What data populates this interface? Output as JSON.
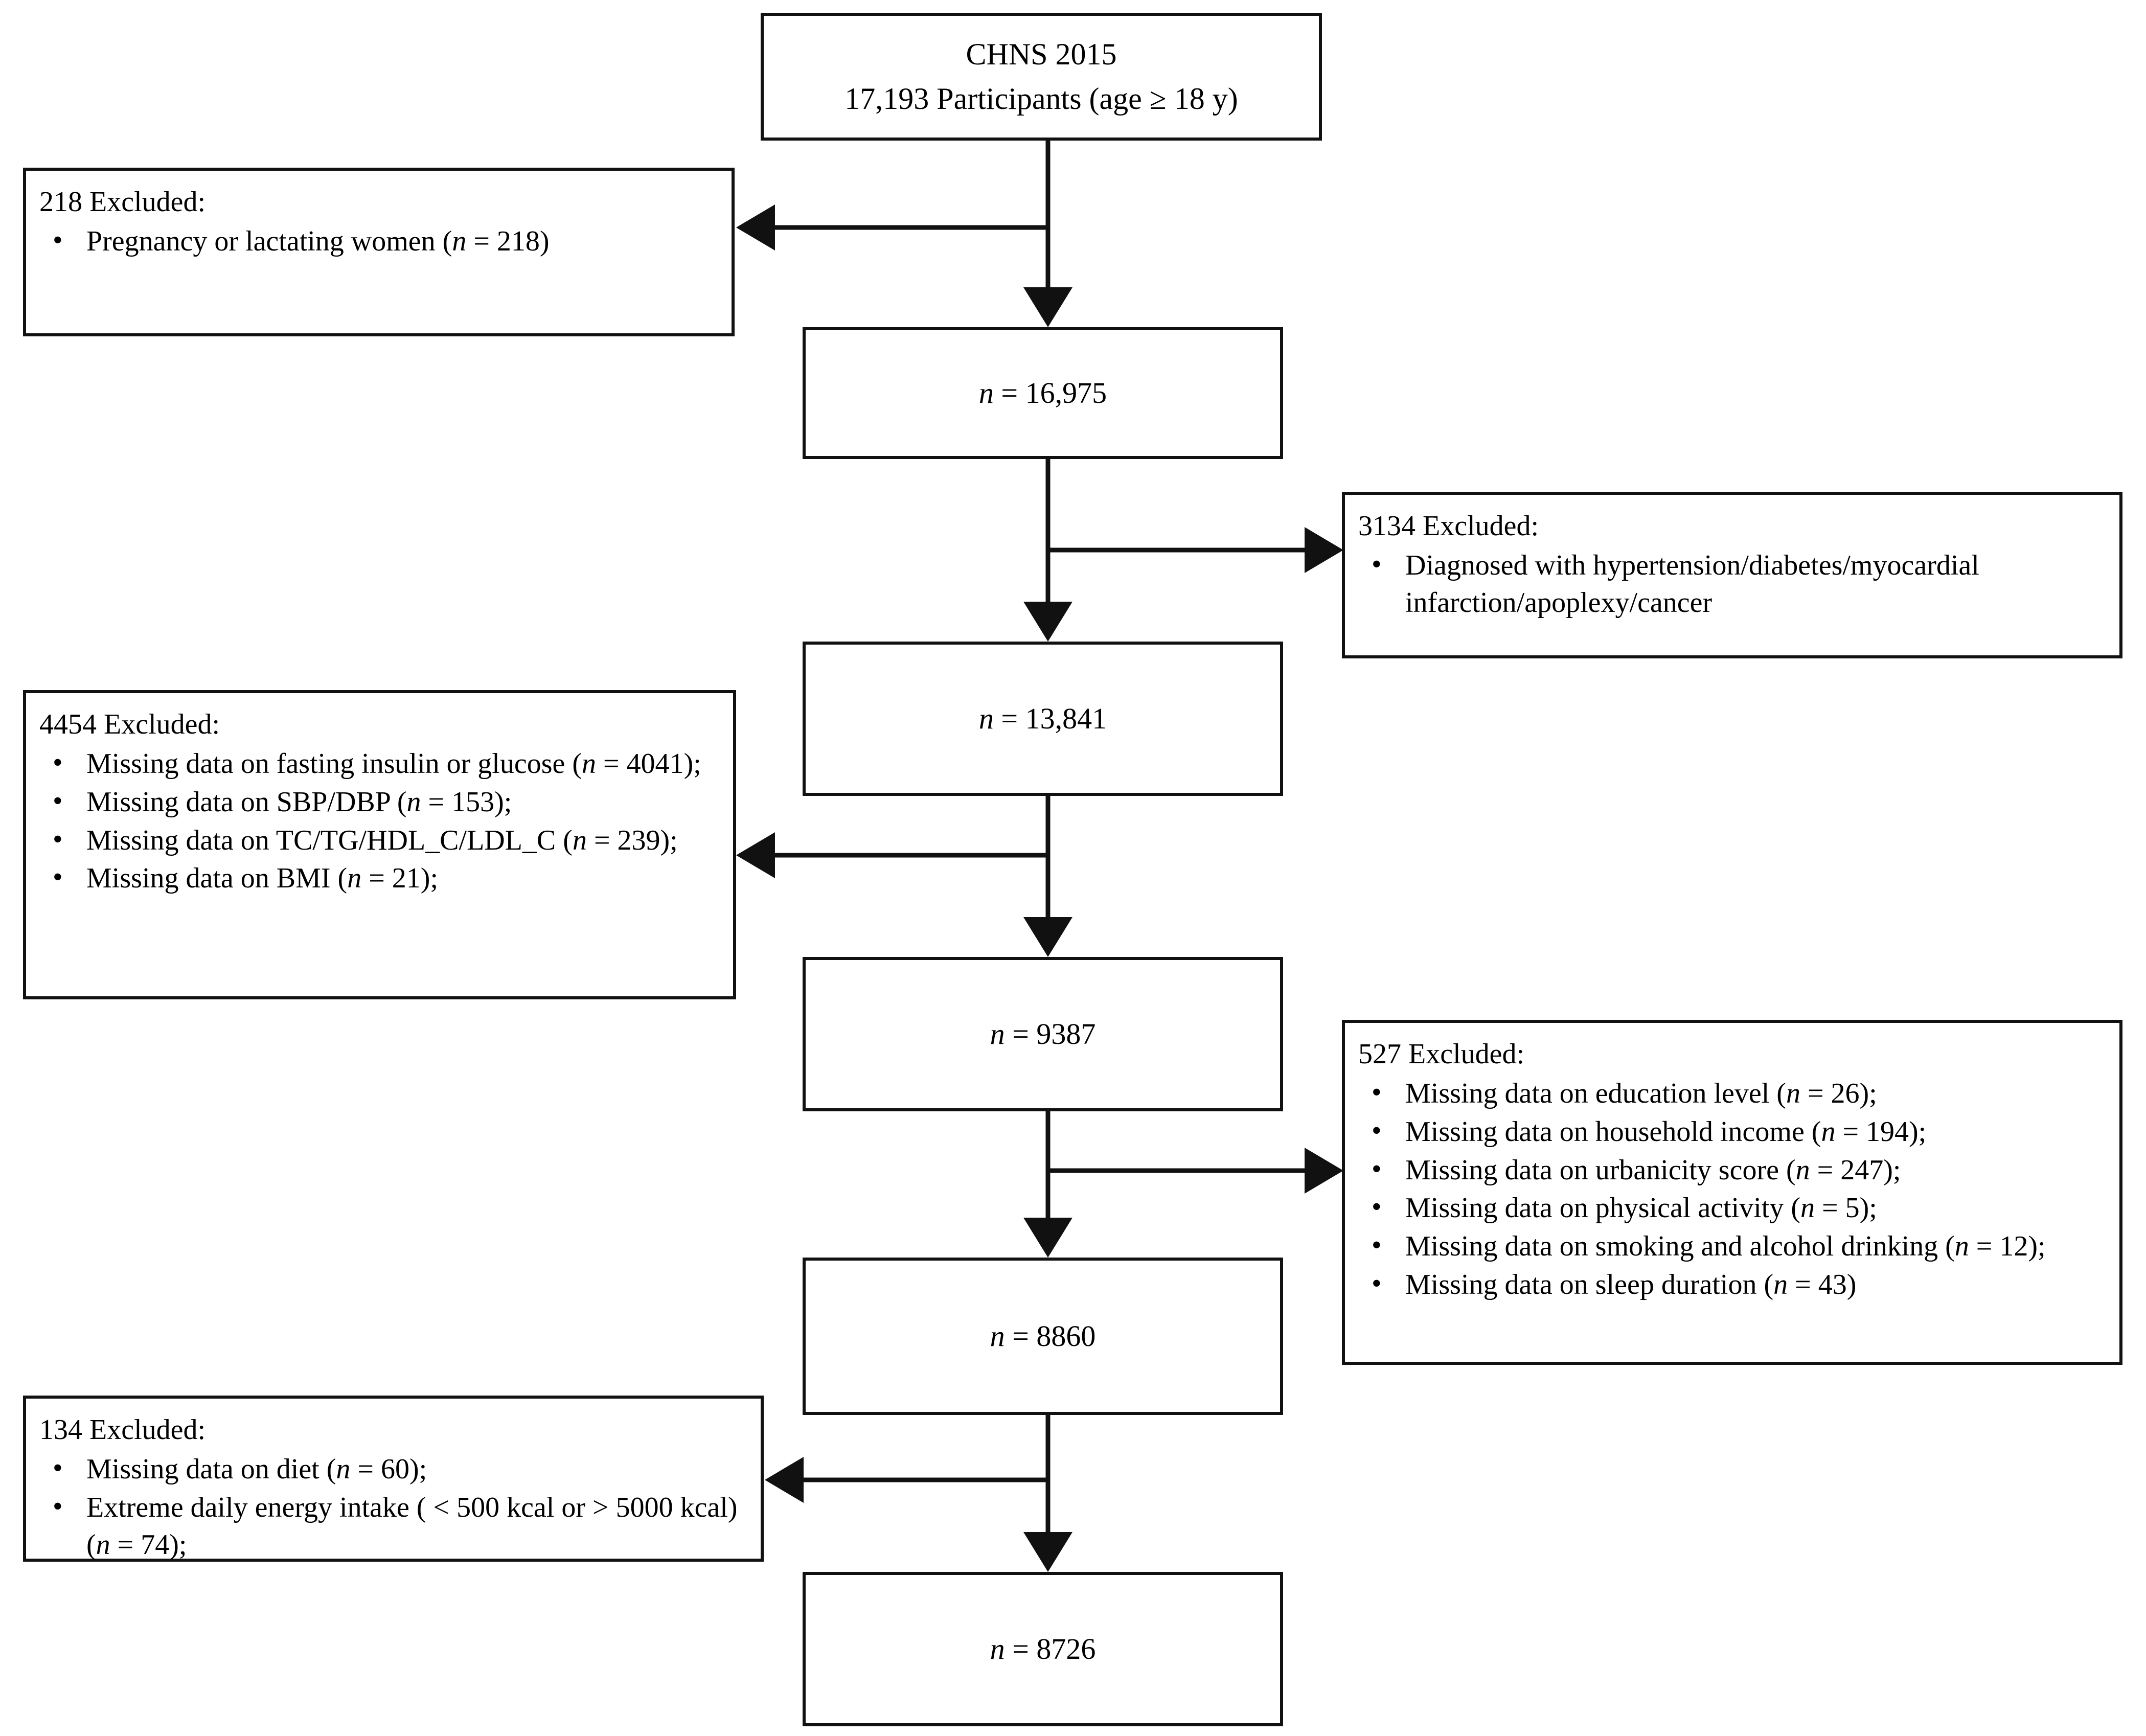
{
  "diagram": {
    "type": "participant-flowchart",
    "title_box": {
      "line1": "CHNS 2015",
      "line2": "17,193 Participants (age ≥ 18 y)"
    },
    "cohort_boxes": [
      {
        "prefix": "n",
        "eq": " = ",
        "value": "16,975"
      },
      {
        "prefix": "n",
        "eq": " = ",
        "value": "13,841"
      },
      {
        "prefix": "n",
        "eq": " = ",
        "value": "9387"
      },
      {
        "prefix": "n",
        "eq": " = ",
        "value": "8860"
      },
      {
        "prefix": "n",
        "eq": " = ",
        "value": "8726"
      }
    ],
    "exclusions": [
      {
        "id": "excl-218",
        "side": "left",
        "heading": "218 Excluded:",
        "items": [
          {
            "text_before": "Pregnancy or lactating women (",
            "n": "n",
            "text_after": " = 218)"
          }
        ]
      },
      {
        "id": "excl-3134",
        "side": "right",
        "heading": "3134 Excluded:",
        "items": [
          {
            "text_before": "Diagnosed with hypertension/diabetes/myocardial infarction/apoplexy/cancer",
            "n": "",
            "text_after": ""
          }
        ]
      },
      {
        "id": "excl-4454",
        "side": "left",
        "heading": "4454 Excluded:",
        "items": [
          {
            "text_before": "Missing data on fasting insulin or glucose (",
            "n": "n",
            "text_after": " = 4041);"
          },
          {
            "text_before": "Missing data on SBP/DBP (",
            "n": "n",
            "text_after": " = 153);"
          },
          {
            "text_before": "Missing data on TC/TG/HDL_C/LDL_C (",
            "n": "n",
            "text_after": " = 239);"
          },
          {
            "text_before": "Missing data on BMI (",
            "n": "n",
            "text_after": " = 21);"
          }
        ]
      },
      {
        "id": "excl-527",
        "side": "right",
        "heading": "527  Excluded:",
        "items": [
          {
            "text_before": "Missing data on education level (",
            "n": "n",
            "text_after": " = 26);"
          },
          {
            "text_before": "Missing data on household income (",
            "n": "n",
            "text_after": " = 194);"
          },
          {
            "text_before": "Missing data on urbanicity score (",
            "n": "n",
            "text_after": " = 247);"
          },
          {
            "text_before": "Missing data on physical activity (",
            "n": "n",
            "text_after": " = 5);"
          },
          {
            "text_before": "Missing data on smoking and alcohol drinking (",
            "n": "n",
            "text_after": " = 12);"
          },
          {
            "text_before": "Missing data on sleep duration (",
            "n": "n",
            "text_after": " = 43)"
          }
        ]
      },
      {
        "id": "excl-134",
        "side": "left",
        "heading": "134  Excluded:",
        "items": [
          {
            "text_before": "Missing data on diet (",
            "n": "n",
            "text_after": " = 60);"
          },
          {
            "text_before": "Extreme daily energy intake ( < 500 kcal or > 5000 kcal) (",
            "n": "n",
            "text_after": " = 74);"
          }
        ]
      }
    ],
    "colors": {
      "line": "#111111",
      "box_border": "#111111",
      "background": "#ffffff"
    }
  }
}
